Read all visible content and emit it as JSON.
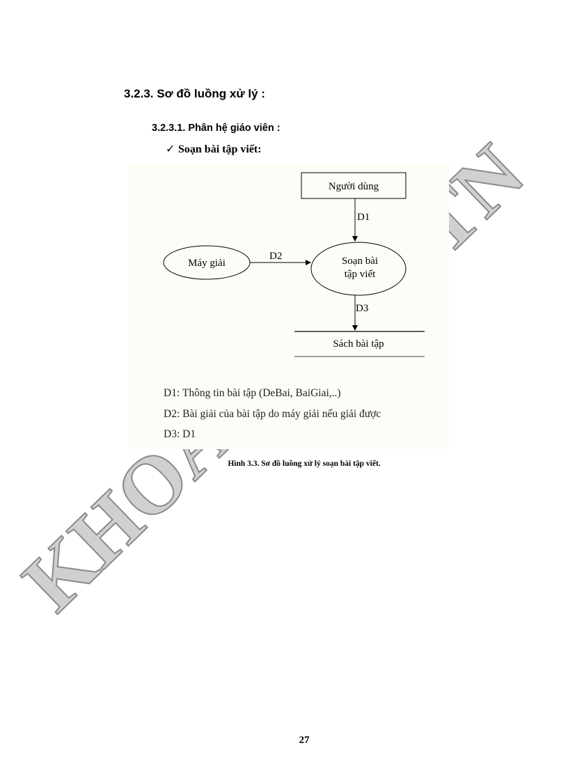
{
  "heading": "3.2.3. Sơ đồ luồng xử lý :",
  "subheading": "3.2.3.1. Phân hệ giáo viên :",
  "bullet": {
    "icon": "checkmark-icon",
    "glyph": "✓",
    "text": "Soạn bài tập viết:"
  },
  "diagram": {
    "user_entity": "Người dùng",
    "solver_process": "Máy giải",
    "main_process_line1": "Soạn bài",
    "main_process_line2": "tập viết",
    "data_store": "Sách bài tập",
    "flow_d1": "D1",
    "flow_d2": "D2",
    "flow_d3": "D3"
  },
  "legend": [
    "D1: Thông tin bài tập (DeBai, BaiGiai,..)",
    "D2: Bài giải của bài tập do máy giải nếu giải được",
    "D3: D1"
  ],
  "caption": "Hình 3.3. Sơ đồ luồng xử lý soạn bài tập viết.",
  "watermark": {
    "left_part": "KHOA CN",
    "right_part": "TN"
  },
  "page_number": "27"
}
